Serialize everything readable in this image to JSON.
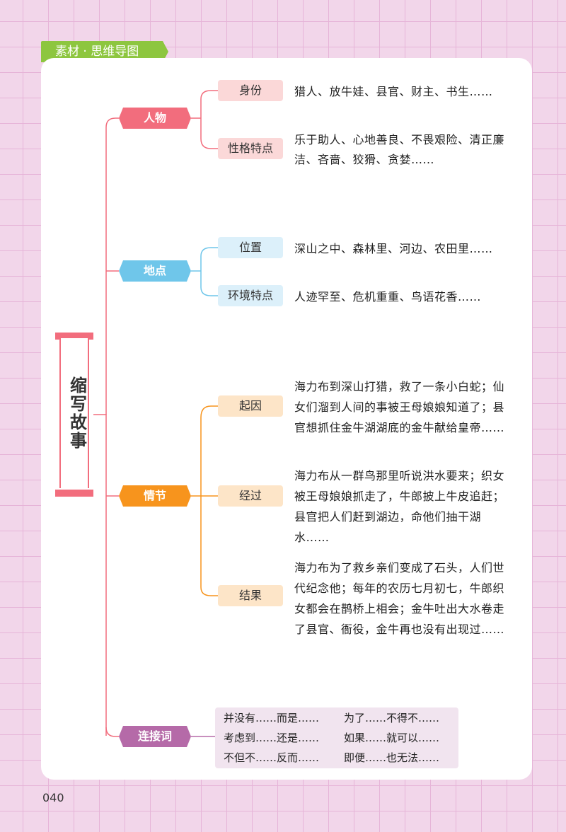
{
  "header": {
    "label": "素材 · 思维导图"
  },
  "root": {
    "title": "缩写故事"
  },
  "categories": {
    "people": {
      "label": "人物",
      "color": "#f26d7d",
      "items": [
        {
          "label": "身份",
          "text": "猎人、放牛娃、县官、财主、书生……"
        },
        {
          "label": "性格特点",
          "text": "乐于助人、心地善良、不畏艰险、清正廉洁、吝啬、狡猾、贪婪……"
        }
      ]
    },
    "place": {
      "label": "地点",
      "color": "#6fc6ea",
      "items": [
        {
          "label": "位置",
          "text": "深山之中、森林里、河边、农田里……"
        },
        {
          "label": "环境特点",
          "text": "人迹罕至、危机重重、鸟语花香……"
        }
      ]
    },
    "plot": {
      "label": "情节",
      "color": "#f7941d",
      "items": [
        {
          "label": "起因",
          "text": "海力布到深山打猎，救了一条小白蛇；仙女们溜到人间的事被王母娘娘知道了；县官想抓住金牛湖湖底的金牛献给皇帝……"
        },
        {
          "label": "经过",
          "text": "海力布从一群鸟那里听说洪水要来；织女被王母娘娘抓走了，牛郎披上牛皮追赶；县官把人们赶到湖边，命他们抽干湖水……"
        },
        {
          "label": "结果",
          "text": "海力布为了救乡亲们变成了石头，人们世代纪念他；每年的农历七月初七，牛郎织女都会在鹊桥上相会；金牛吐出大水卷走了县官、衙役，金牛再也没有出现过……"
        }
      ]
    },
    "connectors": {
      "label": "连接词",
      "color": "#b56aa8",
      "items": [
        "并没有……而是……",
        "为了……不得不……",
        "考虑到……还是……",
        "如果……就可以……",
        "不但不……反而……",
        "即便……也无法……"
      ]
    }
  },
  "page_number": "040"
}
